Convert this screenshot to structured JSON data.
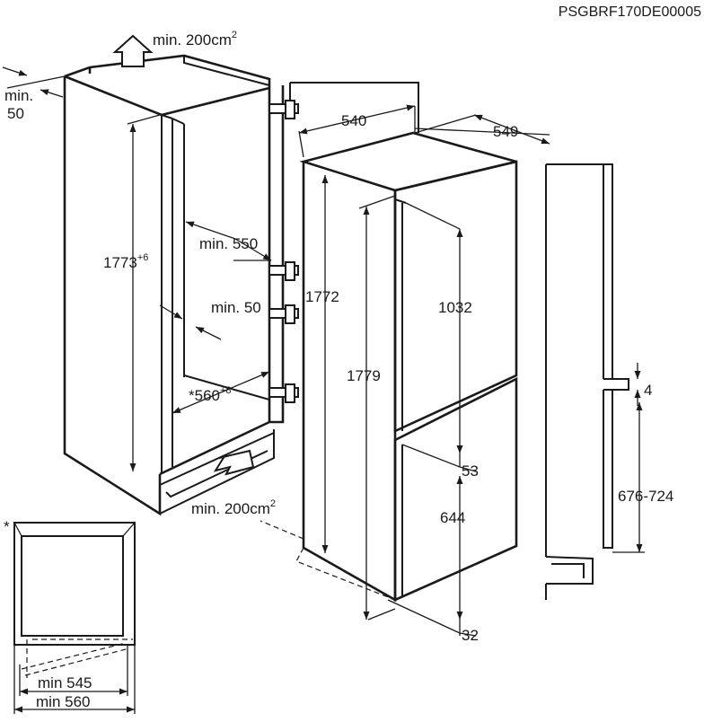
{
  "code": "PSGBRF170DE00005",
  "labels": {
    "vent_top": "min. 200cm",
    "vent_top_sup": "2",
    "vent_bottom": "min. 200cm",
    "vent_bottom_sup": "2",
    "gap_top_min": "min.",
    "gap_top_val": "50",
    "niche_height": "1773",
    "niche_height_sup": "+6",
    "depth_min_550": "min. 550",
    "min_50": "min. 50",
    "niche_width": "*560",
    "niche_width_sup": "+8",
    "depth_540": "540",
    "depth_549": "549",
    "height_1772": "1772",
    "height_1779": "1779",
    "fridge_door": "1032",
    "gap_53": "53",
    "freezer_door": "644",
    "bottom_32": "32",
    "side_4": "4",
    "door_range": "676-724",
    "star": "*",
    "min_545": "min 545",
    "min_560": "min 560"
  }
}
